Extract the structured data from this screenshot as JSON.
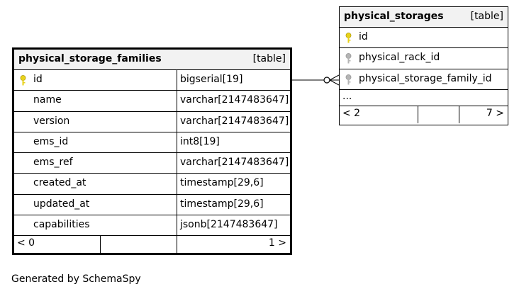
{
  "families": {
    "title": "physical_storage_families",
    "tag": "[table]",
    "columns": [
      {
        "name": "id",
        "type": "bigserial[19]",
        "key": "primary"
      },
      {
        "name": "name",
        "type": "varchar[2147483647]",
        "key": ""
      },
      {
        "name": "version",
        "type": "varchar[2147483647]",
        "key": ""
      },
      {
        "name": "ems_id",
        "type": "int8[19]",
        "key": ""
      },
      {
        "name": "ems_ref",
        "type": "varchar[2147483647]",
        "key": ""
      },
      {
        "name": "created_at",
        "type": "timestamp[29,6]",
        "key": ""
      },
      {
        "name": "updated_at",
        "type": "timestamp[29,6]",
        "key": ""
      },
      {
        "name": "capabilities",
        "type": "jsonb[2147483647]",
        "key": ""
      }
    ],
    "footer_left": "< 0",
    "footer_right": "1 >"
  },
  "storages": {
    "title": "physical_storages",
    "tag": "[table]",
    "columns": [
      {
        "name": "id",
        "key": "primary"
      },
      {
        "name": "physical_rack_id",
        "key": "foreign"
      },
      {
        "name": "physical_storage_family_id",
        "key": "foreign"
      }
    ],
    "more": "...",
    "footer_left": "< 2",
    "footer_right": "7 >"
  },
  "generated_by": "Generated by SchemaSpy",
  "colors": {
    "primary_key": "#e8d21a",
    "foreign_key": "#b5b5b5",
    "header_bg": "#f2f2f2"
  }
}
